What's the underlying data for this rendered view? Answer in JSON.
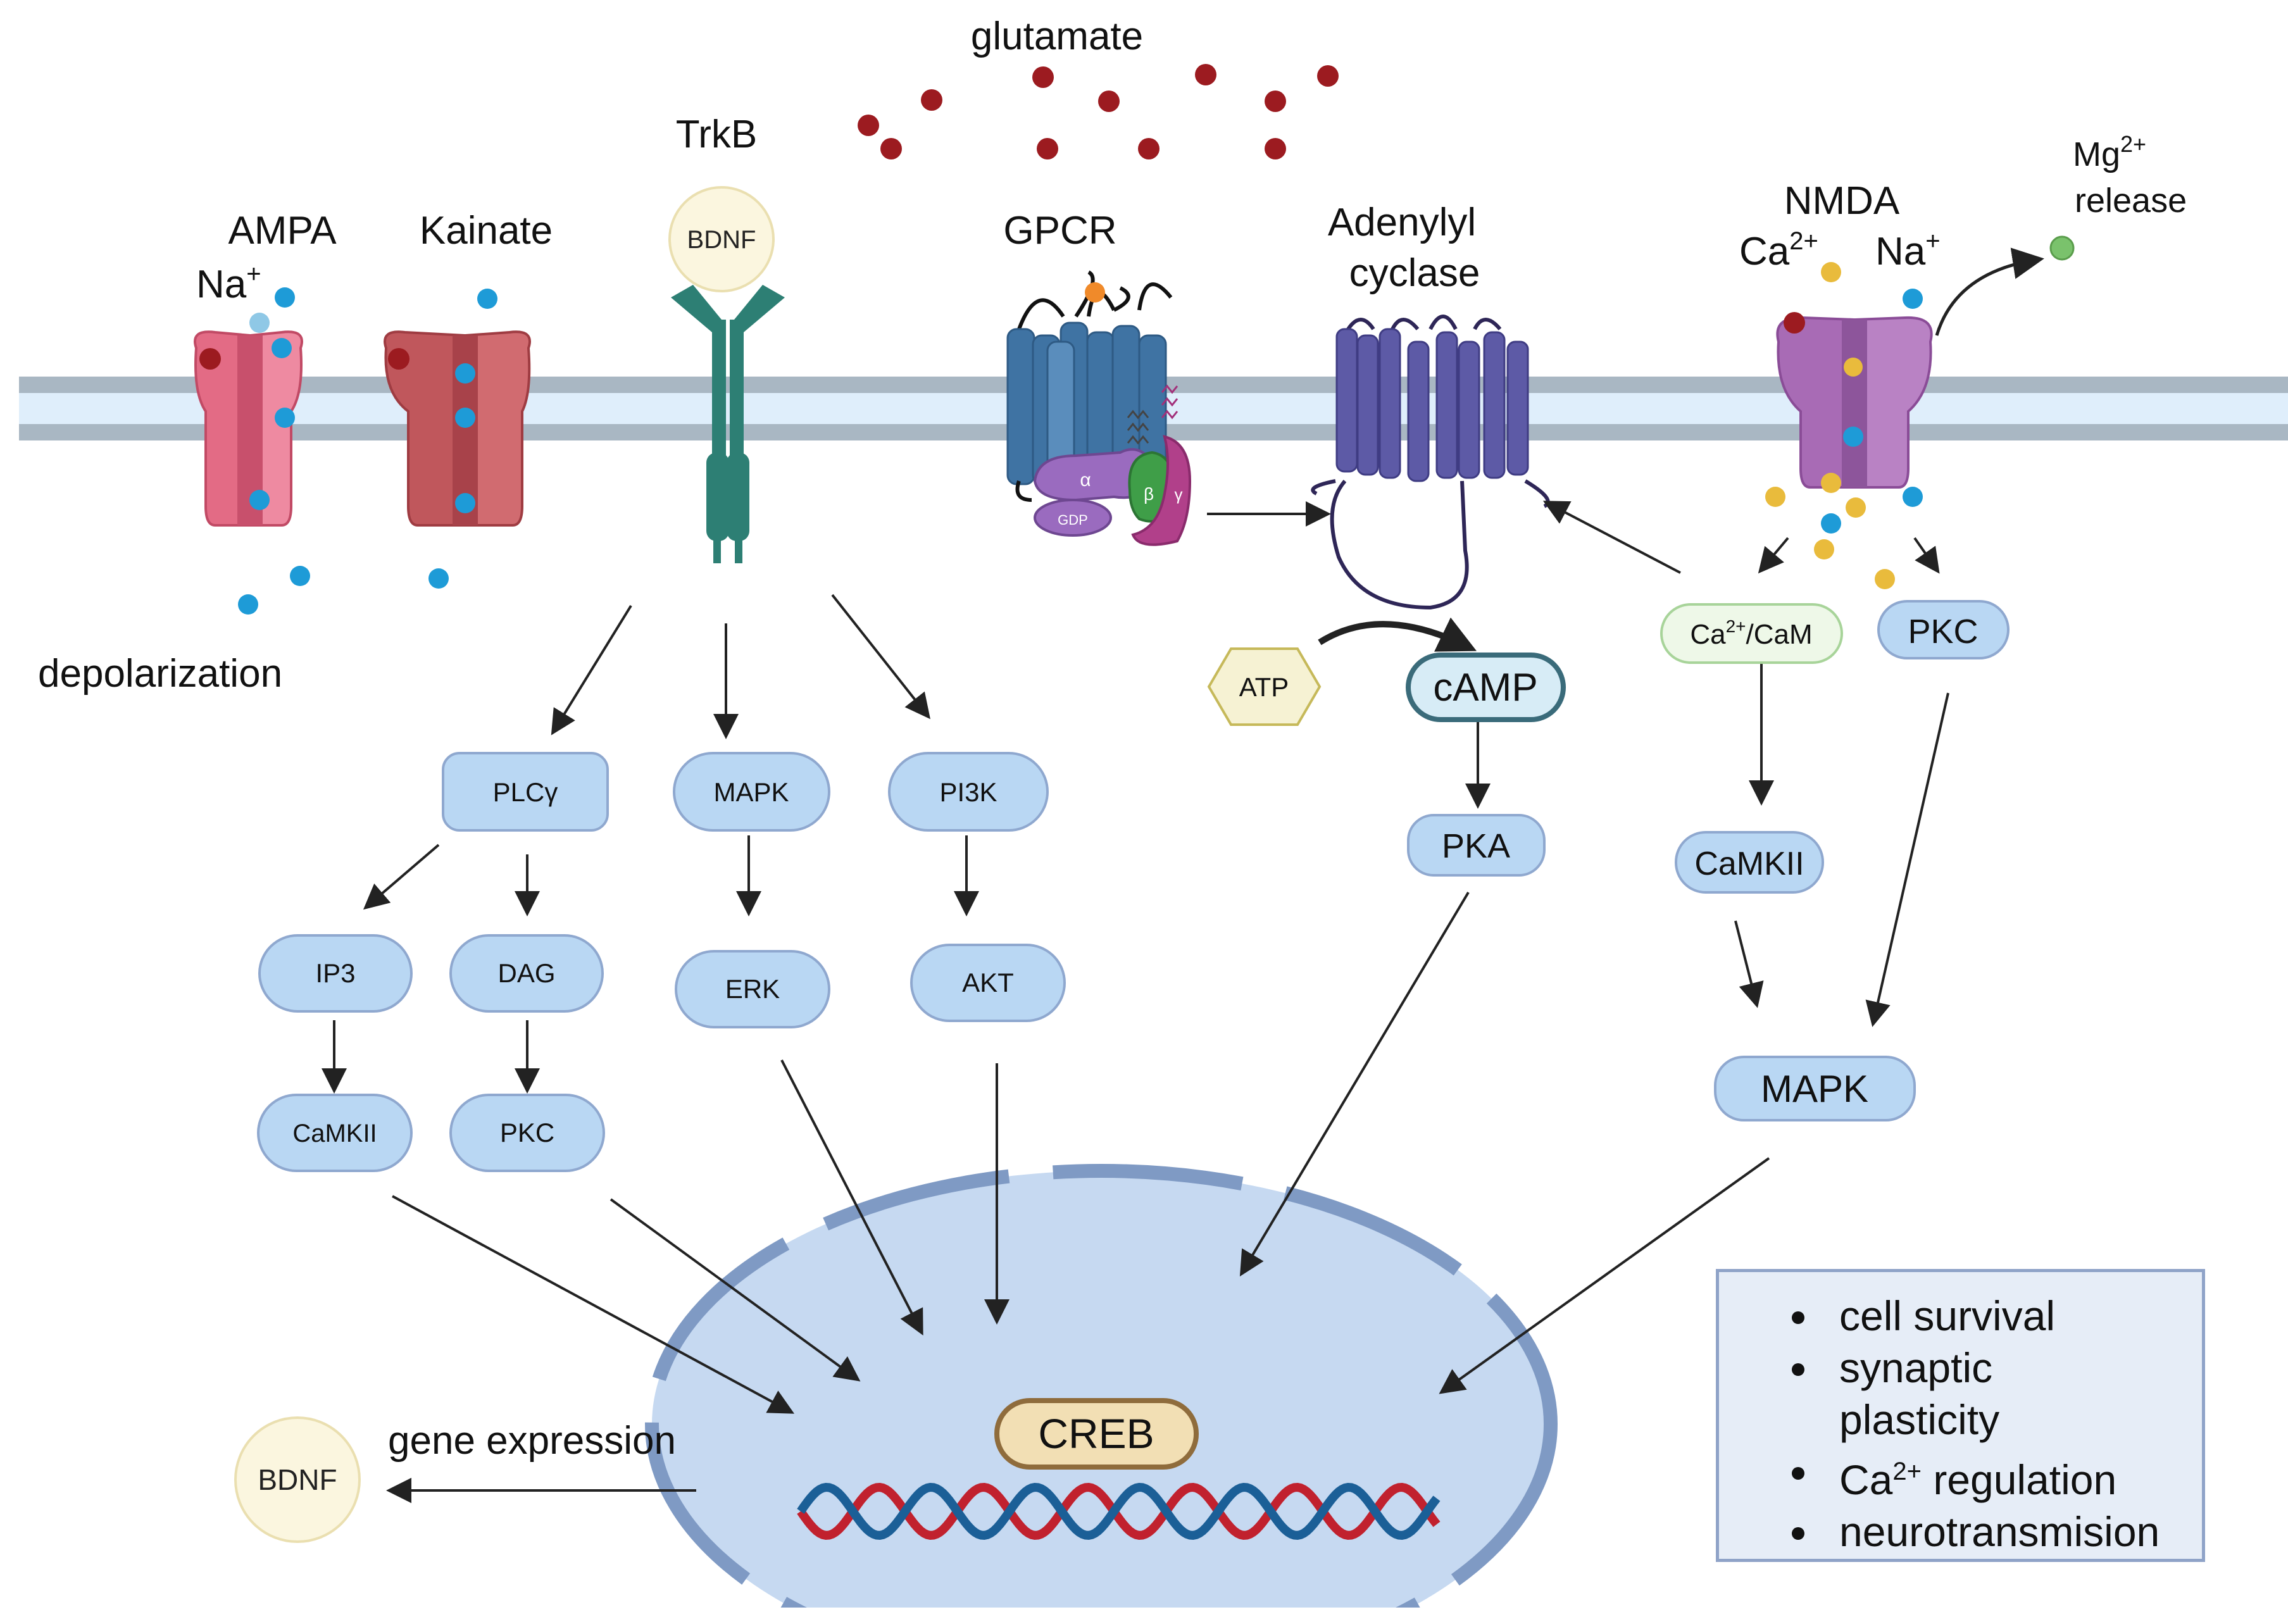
{
  "labels": {
    "glutamate": "glutamate",
    "trkb": "TrkB",
    "ampa": "AMPA",
    "kainate": "Kainate",
    "na_ampa": "Na",
    "na_ampa_sup": "+",
    "gpcr": "GPCR",
    "adenylyl_1": "Adenylyl",
    "adenylyl_2": "cyclase",
    "nmda": "NMDA",
    "ca_nmda": "Ca",
    "ca_nmda_sup": "2+",
    "na_nmda": "Na",
    "na_nmda_sup": "+",
    "mg_1": "Mg",
    "mg_1_sup": "2+",
    "mg_2": "release",
    "depolarization": "depolarization",
    "gene_expression": "gene expression",
    "bdnf_receptor": "BDNF",
    "bdnf_out": "BDNF",
    "gprot_alpha": "α",
    "gprot_beta": "β",
    "gprot_gamma": "γ",
    "gdp": "GDP"
  },
  "nodes": {
    "plcg": "PLCγ",
    "mapk_trk": "MAPK",
    "pi3k": "PI3K",
    "ip3": "IP3",
    "dag": "DAG",
    "erk": "ERK",
    "akt": "AKT",
    "camkii_left": "CaMKII",
    "pkc_left": "PKC",
    "atp": "ATP",
    "camp": "cAMP",
    "pka": "PKA",
    "cacam_pre": "Ca",
    "cacam_sup": "2+",
    "cacam_post": "/CaM",
    "pkc_right": "PKC",
    "camkii_right": "CaMKII",
    "mapk_right": "MAPK",
    "creb": "CREB"
  },
  "outcomes": {
    "item1": "cell survival",
    "item2_line1": "synaptic",
    "item2_line2": "plasticity",
    "item3_pre": "Ca",
    "item3_sup": "2+",
    "item3_post": " regulation",
    "item4": "neurotransmision"
  },
  "colors": {
    "membrane_outer": "#a9b7c3",
    "membrane_inner": "#dfeefb",
    "node_fill": "#b9d7f3",
    "node_stroke": "#8fa8cf",
    "nucleus_fill": "#c6d9f1",
    "nucleus_rim": "#7f9ac4",
    "ampa": "#e36b85",
    "kainate": "#c0575c",
    "trkb": "#2d7f74",
    "gpcr": "#3f73a3",
    "adenylyl": "#5d5aa6",
    "nmda": "#a86bb5",
    "glutamate": "#9c1b20",
    "na_ion": "#1e9bd7",
    "ca_ion": "#e9bb3c",
    "mg_ion": "#7ac26c",
    "dna_red": "#c1212e",
    "dna_blue": "#1b5f97"
  }
}
